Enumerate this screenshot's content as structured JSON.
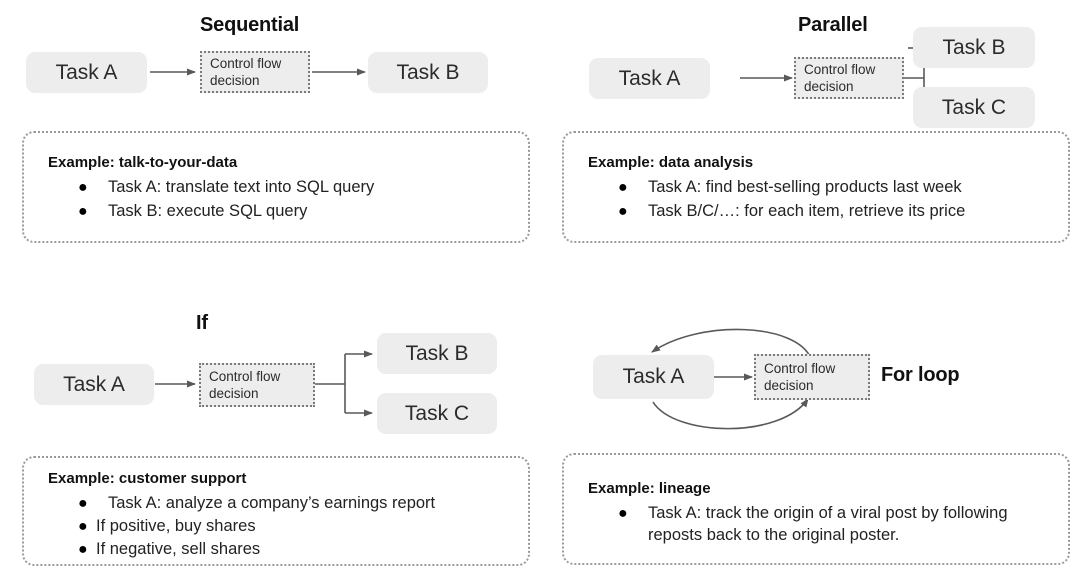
{
  "colors": {
    "task_box_fill": "#ededed",
    "decision_box_fill": "#ededed",
    "decision_border": "#7a7a7a",
    "example_border": "#9a9a9a",
    "arrow": "#595959",
    "text": "#1a1a1a"
  },
  "quadrants": {
    "sequential": {
      "title": "Sequential",
      "nodes": {
        "task_a": "Task A",
        "decision_line1": "Control flow",
        "decision_line2": "decision",
        "task_b": "Task B"
      },
      "example": {
        "heading": "Example: talk-to-your-data",
        "items": [
          "Task A: translate text into SQL query",
          "Task B: execute SQL query"
        ]
      }
    },
    "parallel": {
      "title": "Parallel",
      "nodes": {
        "task_a": "Task A",
        "decision_line1": "Control flow",
        "decision_line2": "decision",
        "task_b": "Task B",
        "task_c": "Task C"
      },
      "example": {
        "heading": "Example: data analysis",
        "items": [
          "Task A:  find best-selling products last week",
          "Task B/C/…: for each item, retrieve its price"
        ]
      }
    },
    "if": {
      "title": "If",
      "nodes": {
        "task_a": "Task A",
        "decision_line1": "Control flow",
        "decision_line2": "decision",
        "task_b": "Task B",
        "task_c": "Task C"
      },
      "example": {
        "heading": "Example: customer support",
        "items": [
          "Task A: analyze a company’s earnings report",
          "If positive, buy shares",
          "If negative, sell shares"
        ]
      }
    },
    "for_loop": {
      "title": "For loop",
      "nodes": {
        "task_a": "Task A",
        "decision_line1": "Control flow",
        "decision_line2": "decision"
      },
      "example": {
        "heading": "Example: lineage",
        "items": [
          "Task A:  track the origin of a viral post by following reposts back to the original poster."
        ]
      }
    }
  }
}
